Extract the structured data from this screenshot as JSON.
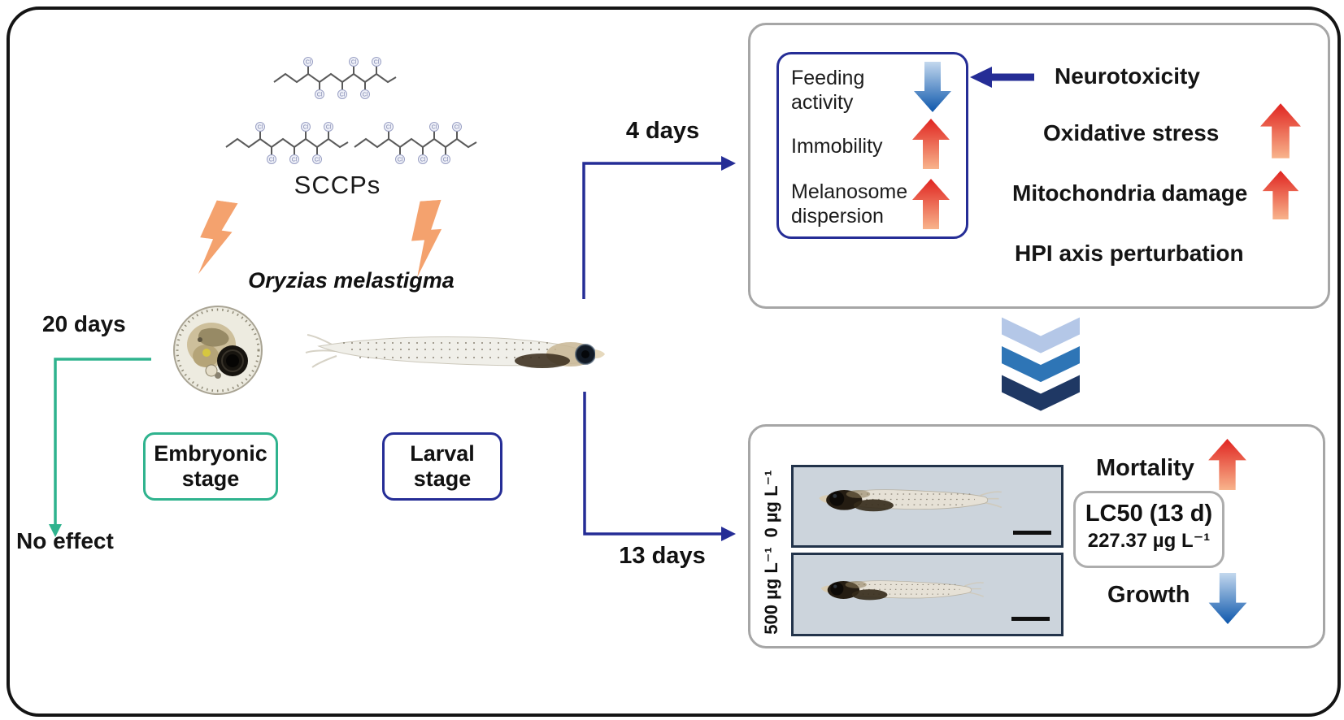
{
  "chem": {
    "label": "SCCPs",
    "atom": "Cl"
  },
  "species": {
    "name": "Oryzias melastigma"
  },
  "embryonic_branch": {
    "duration": "20 days",
    "outcome": "No effect",
    "stage": "Embryonic\nstage"
  },
  "larval_branch": {
    "stage": "Larval\nstage"
  },
  "timelines": {
    "acute": "4 days",
    "chronic": "13 days"
  },
  "acute_effects": {
    "behaviors": [
      {
        "label": "Feeding activity",
        "trend": "decrease"
      },
      {
        "label": "Immobility",
        "trend": "increase"
      },
      {
        "label": "Melanosome dispersion",
        "trend": "increase"
      }
    ],
    "mechanisms": [
      {
        "label": "Neurotoxicity",
        "trend": ""
      },
      {
        "label": "Oxidative stress",
        "trend": "increase"
      },
      {
        "label": "Mitochondria damage",
        "trend": "increase"
      },
      {
        "label": "HPI axis perturbation",
        "trend": ""
      }
    ]
  },
  "chronic_effects": {
    "panel_labels": [
      "0 µg L⁻¹",
      "500 µg L⁻¹"
    ],
    "mortality": "Mortality",
    "lc50_title": "LC50 (13 d)",
    "lc50_value": "227.37 µg L⁻¹",
    "growth": "Growth"
  },
  "colors": {
    "navy": "#252d96",
    "teal": "#2fb38e",
    "lightning_orange": "#f4a26e",
    "red_arrow_top": "#e02420",
    "red_arrow_bottom": "#f8b48c",
    "blue_arrow_top": "#c3d8ee",
    "blue_arrow_bottom": "#0d57ac",
    "chevron_light": "#b4c7e7",
    "chevron_mid": "#2e75b6",
    "chevron_dark": "#1f3864",
    "result_box_border": "#a6a6a6",
    "photo_panel_bg": "#ccd4dc"
  }
}
